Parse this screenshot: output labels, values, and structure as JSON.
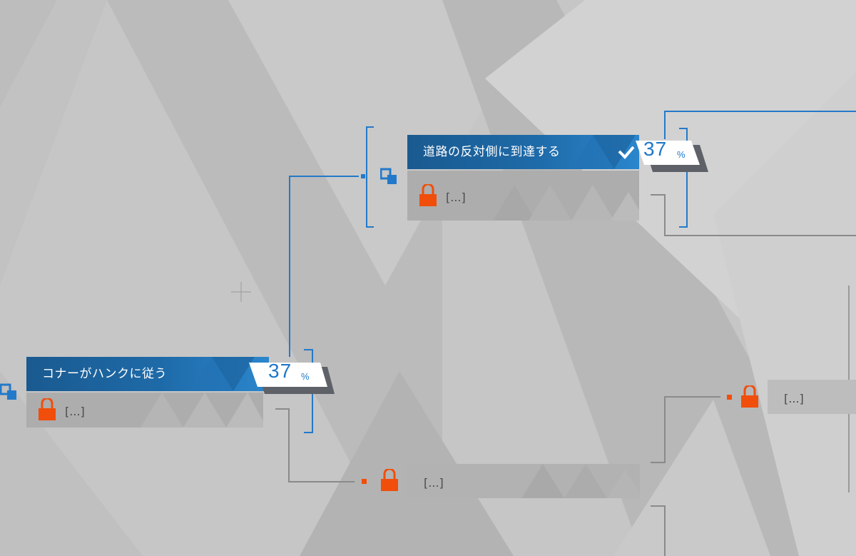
{
  "flowchart": {
    "nodes": [
      {
        "id": "corner-hank",
        "title": "コナーがハンクに従う",
        "percent": "37",
        "percent_sign": "%",
        "checked": false,
        "locked_text": "[...]"
      },
      {
        "id": "reach-other-side",
        "title": "道路の反対側に到達する",
        "percent": "37",
        "percent_sign": "%",
        "checked": true,
        "locked_text": "[...]"
      }
    ],
    "locked_nodes": [
      {
        "id": "locked-bottom",
        "text": "[...]"
      },
      {
        "id": "locked-right",
        "text": "[...]"
      }
    ]
  },
  "colors": {
    "header_blue": "#1e6aa8",
    "accent_blue": "#1e78c8",
    "lock_orange": "#f04e0a",
    "line_gray": "#8a8a8a"
  },
  "icons": {
    "branch": "two-squares-branch-icon",
    "lock": "padlock-icon",
    "check": "checkmark-icon"
  }
}
